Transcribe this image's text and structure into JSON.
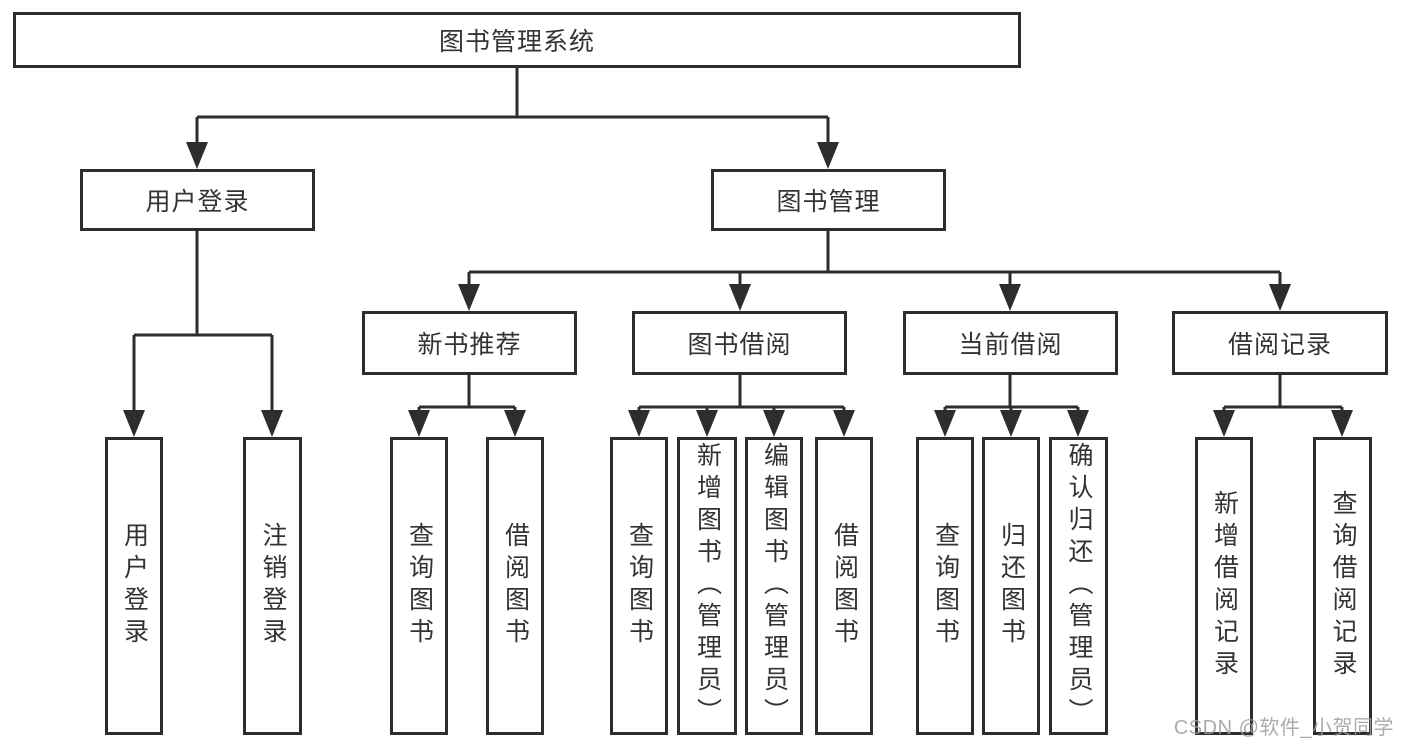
{
  "title": "图书管理系统",
  "tree": {
    "label": "图书管理系统",
    "children": [
      {
        "label": "用户登录",
        "children": [
          {
            "label": "用户登录"
          },
          {
            "label": "注销登录"
          }
        ]
      },
      {
        "label": "图书管理",
        "children": [
          {
            "label": "新书推荐",
            "children": [
              {
                "label": "查询图书"
              },
              {
                "label": "借阅图书"
              }
            ]
          },
          {
            "label": "图书借阅",
            "children": [
              {
                "label": "查询图书"
              },
              {
                "label": "新增图书（管理员）"
              },
              {
                "label": "编辑图书（管理员）"
              },
              {
                "label": "借阅图书"
              }
            ]
          },
          {
            "label": "当前借阅",
            "children": [
              {
                "label": "查询图书"
              },
              {
                "label": "归还图书"
              },
              {
                "label": "确认归还（管理员）"
              }
            ]
          },
          {
            "label": "借阅记录",
            "children": [
              {
                "label": "新增借阅记录"
              },
              {
                "label": "查询借阅记录"
              }
            ]
          }
        ]
      }
    ]
  },
  "watermark": {
    "text": "CSDN @软件_小贺同学"
  },
  "colors": {
    "line": "#2d2d2d",
    "text": "#333333",
    "box_fill": "#ffffff",
    "background": "#ffffff",
    "watermark": "#9d9d9d"
  }
}
